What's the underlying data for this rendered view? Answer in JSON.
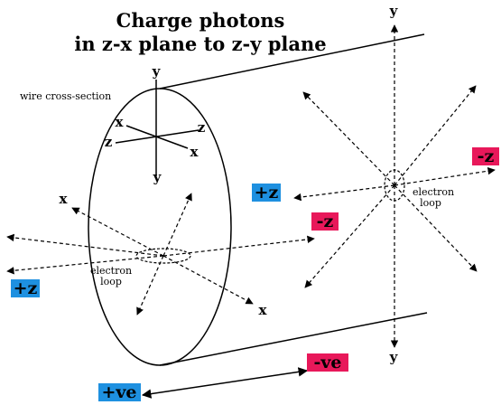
{
  "title": {
    "line1": "Charge photons",
    "line2": "in z-x plane to z-y plane"
  },
  "labels": {
    "wire_cross_section": "wire cross-section",
    "electron": "electron",
    "loop": "loop",
    "axis_x": "x",
    "axis_y": "y",
    "axis_z": "z"
  },
  "tags": {
    "plus_z": "+z",
    "minus_z": "-z",
    "plus_ve": "+ve",
    "minus_ve": "-ve"
  },
  "colors": {
    "positive_highlight": "#1e90e0",
    "negative_highlight": "#e8185a",
    "line": "#000000",
    "background": "#ffffff"
  }
}
